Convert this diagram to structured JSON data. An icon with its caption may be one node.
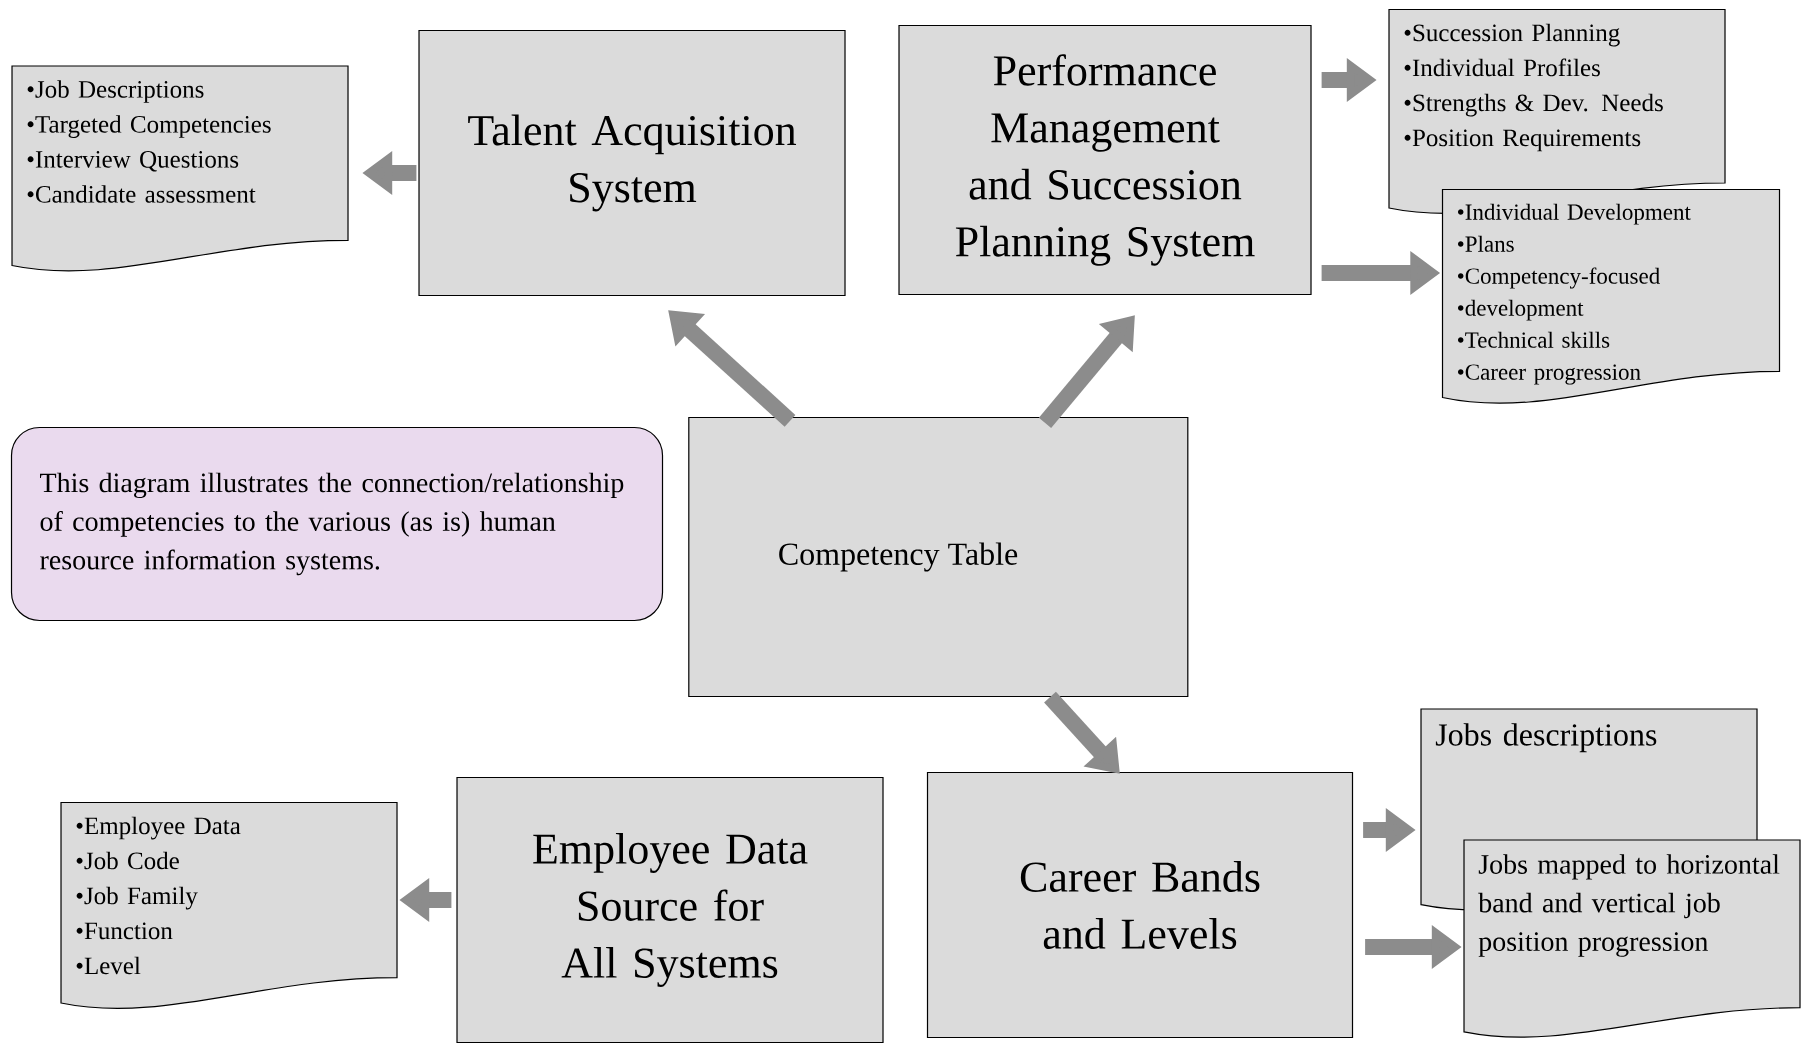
{
  "diagram": {
    "nodes": [
      {
        "text": [
          "•Job Descriptions",
          "•Targeted Competencies",
          "•Interview Questions",
          "•Candidate assessment"
        ]
      },
      {
        "text": [
          "Talent Acquisition System"
        ]
      },
      {
        "text": [
          "Performance Management and Succession Planning System"
        ]
      },
      {
        "text": [
          "•Succession Planning",
          "•Individual Profiles",
          "•Strengths & Dev. Needs",
          "•Position Requirements"
        ]
      },
      {
        "text": [
          "•Individual Development",
          "•Plans",
          "•Competency-focused",
          "•development",
          "•Technical skills",
          "•Career progression"
        ]
      },
      {
        "text": [
          "This diagram illustrates the connection/relationship of competencies to the various (as is) human resource information systems."
        ]
      },
      {
        "text": [
          "Competency Table"
        ]
      },
      {
        "text": [
          "•Employee Data",
          "•Job Code",
          "•Job Family",
          "•Function",
          "•Level"
        ]
      },
      {
        "text": [
          "Employee Data Source for All Systems"
        ]
      },
      {
        "text": [
          "Career Bands and Levels"
        ]
      },
      {
        "text": [
          "Jobs descriptions"
        ]
      },
      {
        "text": [
          "Jobs mapped to horizontal band and vertical job position progression"
        ]
      }
    ],
    "edges": [
      {
        "from": 1,
        "to": 0,
        "arrow": "to"
      },
      {
        "from": 6,
        "to": 1,
        "arrow": "to"
      },
      {
        "from": 6,
        "to": 2,
        "arrow": "to"
      },
      {
        "from": 2,
        "to": 3,
        "arrow": "to"
      },
      {
        "from": 2,
        "to": 4,
        "arrow": "to"
      },
      {
        "from": 6,
        "to": 9,
        "arrow": "to"
      },
      {
        "from": 8,
        "to": 7,
        "arrow": "to"
      },
      {
        "from": 9,
        "to": 10,
        "arrow": "to"
      },
      {
        "from": 9,
        "to": 11,
        "arrow": "to"
      }
    ]
  }
}
